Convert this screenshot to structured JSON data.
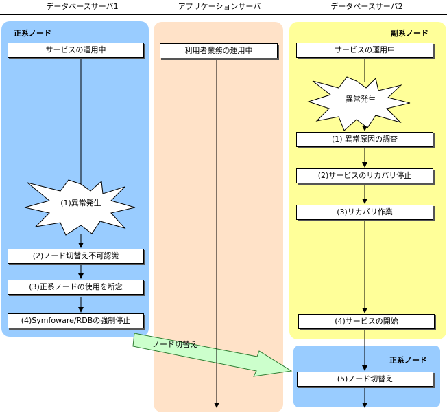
{
  "columns": {
    "server1": "データベースサーバ1",
    "app": "アプリケーションサーバ",
    "server2": "データベースサーバ2"
  },
  "panels": {
    "primary_left": "正系ノード",
    "secondary_right": "副系ノード",
    "primary_bottom": "正系ノード"
  },
  "left_flow": {
    "service": "サービスの運用中",
    "anomaly": "(1)異常発生",
    "step2": "(2)ノード切替え不可認識",
    "step3": "(3)正系ノードの使用を断念",
    "step4": "(4)Symfoware/RDBの強制停止"
  },
  "app_flow": {
    "service": "利用者業務の運用中"
  },
  "right_flow": {
    "service": "サービスの運用中",
    "anomaly": "異常発生",
    "step1": "(1) 異常原因の調査",
    "step2": "(2)サービスのリカバリ停止",
    "step3": "(3)リカバリ作業",
    "step4": "(4)サービスの開始",
    "step5": "(5)ノード切替え"
  },
  "switch_arrow": "ノード切替え",
  "colors": {
    "blue_panel": "#99ccff",
    "peach_panel": "#ffe2c8",
    "yellow_panel": "#ffff99",
    "arrow_fill": "#ccffcc"
  }
}
